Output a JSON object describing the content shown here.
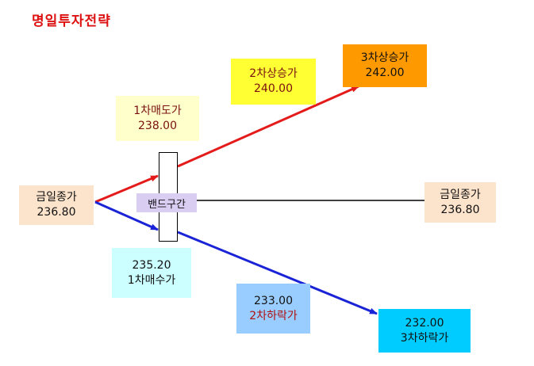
{
  "title": "명일투자전략",
  "today_close": {
    "label": "금일종가",
    "value": "236.80"
  },
  "right_close": {
    "label": "금일종가",
    "value": "236.80"
  },
  "sell1": {
    "label": "1차매도가",
    "value": "238.00"
  },
  "rise2": {
    "label": "2차상승가",
    "value": "240.00"
  },
  "rise3": {
    "label": "3차상승가",
    "value": "242.00"
  },
  "buy1": {
    "value": "235.20",
    "label": "1차매수가"
  },
  "fall2": {
    "value": "233.00",
    "label": "2차하락가"
  },
  "fall3": {
    "value": "232.00",
    "label": "3차하락가"
  },
  "band": {
    "label": "밴드구간"
  },
  "colors": {
    "up_arrow": "#e41b1b",
    "down_arrow": "#1a24d6",
    "flat_line": "#000000",
    "today_close_bg": "#fce3cc",
    "sell1_bg": "#ffffcc",
    "rise2_bg": "#ffff33",
    "rise3_bg": "#ff9900",
    "buy1_bg": "#ccffff",
    "fall2_bg": "#99ccff",
    "fall3_bg": "#00ccff",
    "band_bg": "#d9cdf2"
  }
}
